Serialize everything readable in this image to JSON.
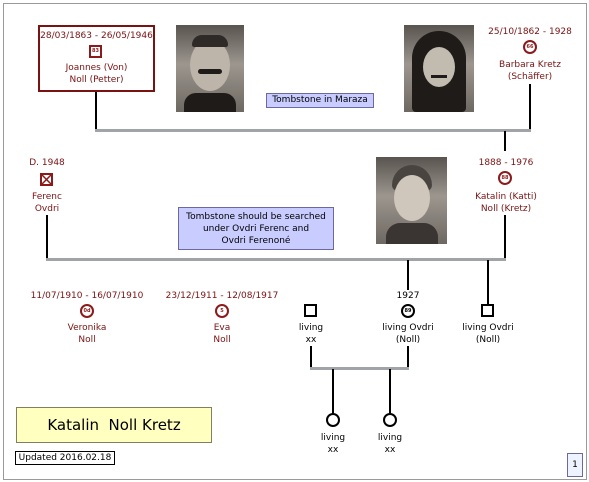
{
  "people": {
    "joannes": {
      "dates": "28/03/1863 - 26/05/1946",
      "symbol": "83",
      "name": "Joannes (Von)",
      "surname": "Noll (Petter)"
    },
    "barbara": {
      "dates": "25/10/1862 - 1928",
      "symbol": "66",
      "name": "Barbara Kretz",
      "surname": "(Schäffer)"
    },
    "ferenc": {
      "dates": "D. 1948",
      "name": "Ferenc",
      "surname": "Ovdri"
    },
    "katalin": {
      "dates": "1888 - 1976",
      "symbol": "88",
      "name": "Katalin (Katti)",
      "surname": "Noll  (Kretz)"
    },
    "veronika": {
      "dates": "11/07/1910 - 16/07/1910",
      "symbol": "0d",
      "name": "Veronika",
      "surname": "Noll"
    },
    "eva": {
      "dates": "23/12/1911 - 12/08/1917",
      "symbol": "5",
      "name": "Eva",
      "surname": "Noll"
    },
    "child_living1": {
      "name": "living",
      "surname": "xx"
    },
    "child_ovdri1": {
      "dates": "1927",
      "symbol": "89",
      "name": "living Ovdri",
      "surname": "(Noll)"
    },
    "child_ovdri2": {
      "name": "living Ovdri",
      "surname": "(Noll)"
    },
    "grandchild1": {
      "name": "living",
      "surname": "xx"
    },
    "grandchild2": {
      "name": "living",
      "surname": "xx"
    }
  },
  "notes": {
    "maraza": "Tombstone in Maraza",
    "ovdri_line1": "Tombstone should be searched",
    "ovdri_line2": "under Ovdri Ferenc and",
    "ovdri_line3": "Ovdri Ferenoné"
  },
  "title": "Katalin  Noll Kretz",
  "updated": "Updated 2016.02.18",
  "page_number": "1",
  "colors": {
    "person_red": "#7a1212",
    "note_fill": "#c8ccff",
    "title_fill": "#ffffc0",
    "connector_gray": "#a0a4a8"
  }
}
